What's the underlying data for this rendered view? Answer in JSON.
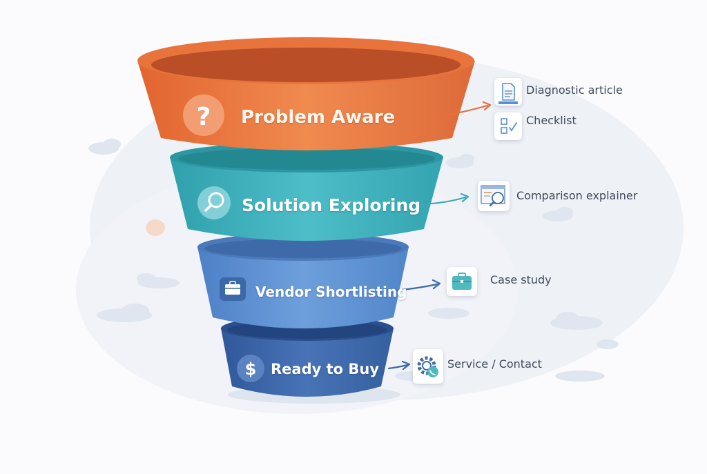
{
  "funnel": {
    "stages": [
      {
        "label": "Problem Aware",
        "icon": "question-mark-icon",
        "color": "#ec7a43"
      },
      {
        "label": "Solution Exploring",
        "icon": "magnifier-icon",
        "color": "#3eb0bb"
      },
      {
        "label": "Vendor Shortlisting",
        "icon": "briefcase-icon",
        "color": "#5b8fd3"
      },
      {
        "label": "Ready to Buy",
        "icon": "dollar-icon",
        "color": "#3d68ab"
      }
    ]
  },
  "content_items": [
    {
      "label": "Diagnostic article",
      "icon": "document-icon"
    },
    {
      "label": "Checklist",
      "icon": "checklist-icon"
    },
    {
      "label": "Comparison explainer",
      "icon": "comparison-icon"
    },
    {
      "label": "Case study",
      "icon": "briefcase-icon"
    },
    {
      "label": "Service / Contact",
      "icon": "service-contact-icon"
    }
  ],
  "colors": {
    "orange": "#ec7a43",
    "teal": "#3eb0bb",
    "blue": "#5b8fd3",
    "navy": "#3d68ab",
    "cloud": "#e8ecf3"
  }
}
